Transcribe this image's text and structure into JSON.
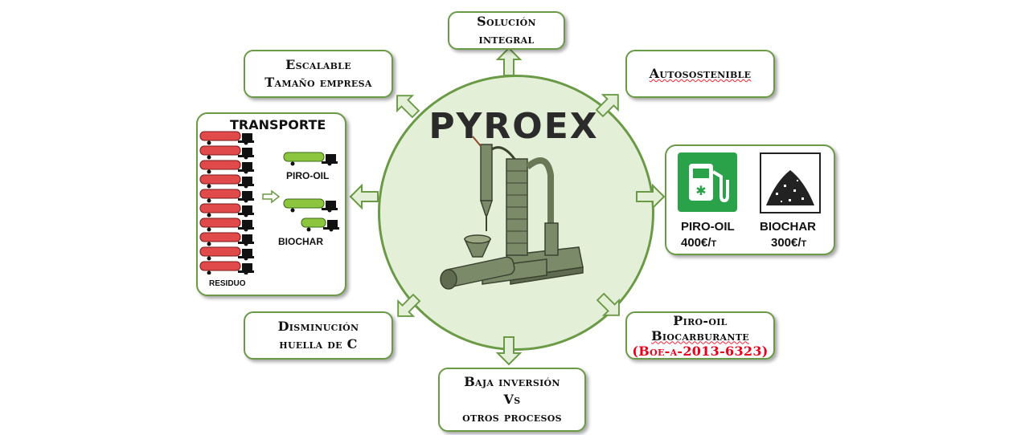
{
  "center": {
    "title": "PYROEX"
  },
  "benefits": {
    "solucion": [
      "Solución",
      "integral"
    ],
    "escalable": [
      "Escalable",
      "Tamaño empresa"
    ],
    "autosostenible": "Autosostenible",
    "disminucion": [
      "Disminución",
      "huella de C"
    ],
    "baja_inversion": [
      "Baja inversión",
      "Vs",
      "otros procesos"
    ],
    "pirooil_bio": {
      "line1": "Piro-oil",
      "line2": "Biocarburante",
      "ref": "(Boe-a-2013-6323)"
    }
  },
  "transport": {
    "title": "TRANSPORTE",
    "piro_oil": "PIRO-OIL",
    "biochar": "BIOCHAR",
    "residuo": "RESIDUO"
  },
  "products": {
    "piro_oil": {
      "name": "PIRO-OIL",
      "price": "400€/t"
    },
    "biochar": {
      "name": "BIOCHAR",
      "price": "300€/t"
    }
  },
  "colors": {
    "accent": "#6a9a45",
    "circle": "#e3efd7",
    "truck_residuo": "#e14a4a",
    "truck_product": "#8cc63f",
    "fuel_icon": "#2aa24a"
  }
}
